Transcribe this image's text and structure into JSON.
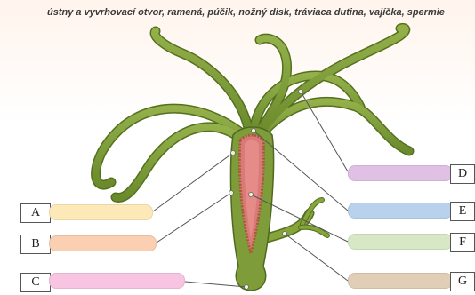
{
  "title": "ústny a vyvrhovací otvor, ramená, púčik, nožný disk, tráviaca dutina, vajíčka, spermie",
  "labels": {
    "A": "A",
    "B": "B",
    "C": "C",
    "D": "D",
    "E": "E",
    "F": "F",
    "G": "G"
  },
  "slot_colors": {
    "A": "#fde9b8",
    "B": "#fbcfb1",
    "C": "#f7c4e2",
    "D": "#e0c0e4",
    "E": "#b8d2ee",
    "F": "#d6e8c6",
    "G": "#e0cfb6"
  },
  "colors": {
    "body": "#7f9c3a",
    "body_dark": "#4f6a1f",
    "cavity": "#d97a78",
    "cavity_inner": "#c96a6a"
  }
}
